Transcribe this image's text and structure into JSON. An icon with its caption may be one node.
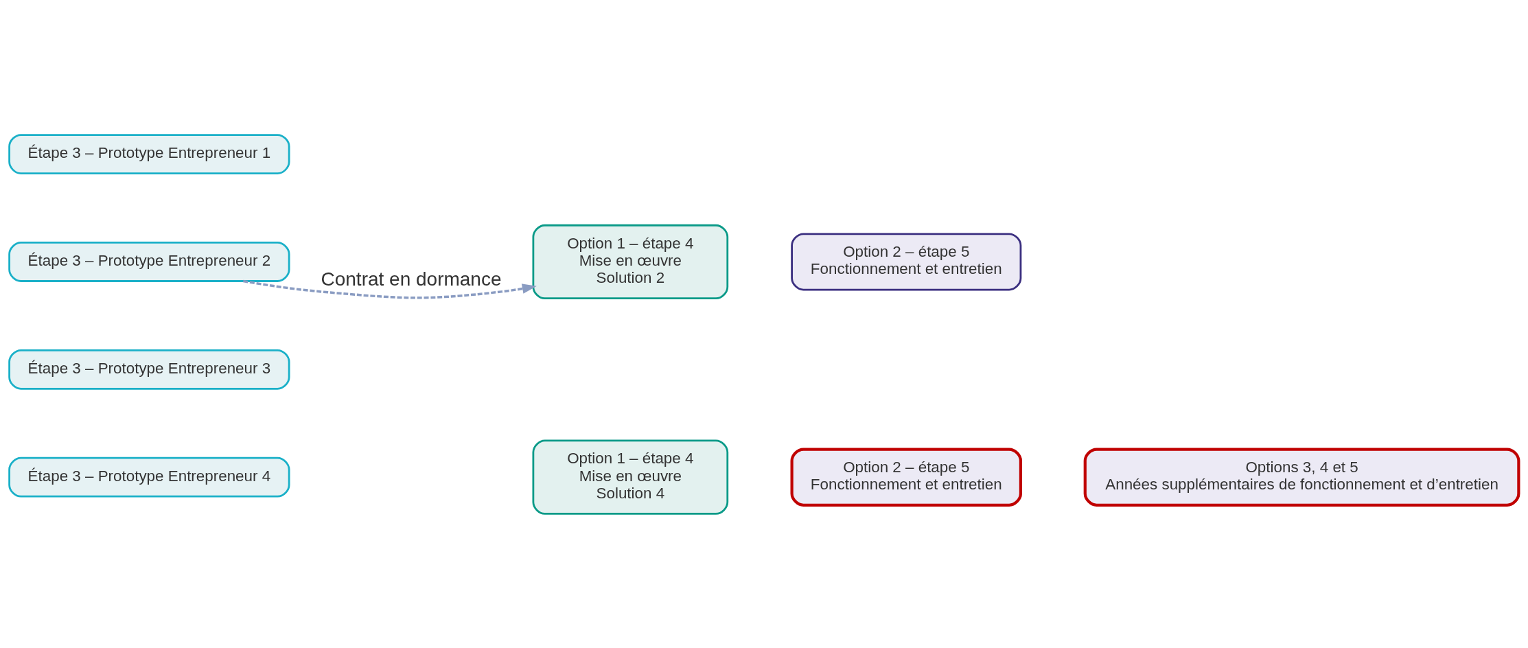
{
  "diagram": {
    "nodes": [
      {
        "text": [
          "Étape 3 – Prototype Entrepreneur 1"
        ]
      },
      {
        "text": [
          "Étape 3 – Prototype Entrepreneur 2"
        ]
      },
      {
        "text": [
          "Étape 3 – Prototype Entrepreneur 3"
        ]
      },
      {
        "text": [
          "Étape 3 – Prototype Entrepreneur 4"
        ]
      },
      {
        "text": [
          "Option 1 – étape 4",
          "Mise en œuvre",
          "Solution 2"
        ]
      },
      {
        "text": [
          "Option 2 – étape 5",
          "Fonctionnement et entretien"
        ]
      },
      {
        "text": [
          "Option 1 – étape 4",
          "Mise en œuvre",
          "Solution 4"
        ]
      },
      {
        "text": [
          "Option 2 – étape 5",
          "Fonctionnement et entretien"
        ]
      },
      {
        "text": [
          "Options 3, 4 et 5",
          "Années supplémentaires de fonctionnement et d’entretien"
        ]
      }
    ],
    "edges": [
      {
        "from": 1,
        "to": 4,
        "arrow": "to",
        "label": "Contrat en dormance",
        "style": "dashed",
        "color": "#8a9cc2"
      }
    ]
  }
}
